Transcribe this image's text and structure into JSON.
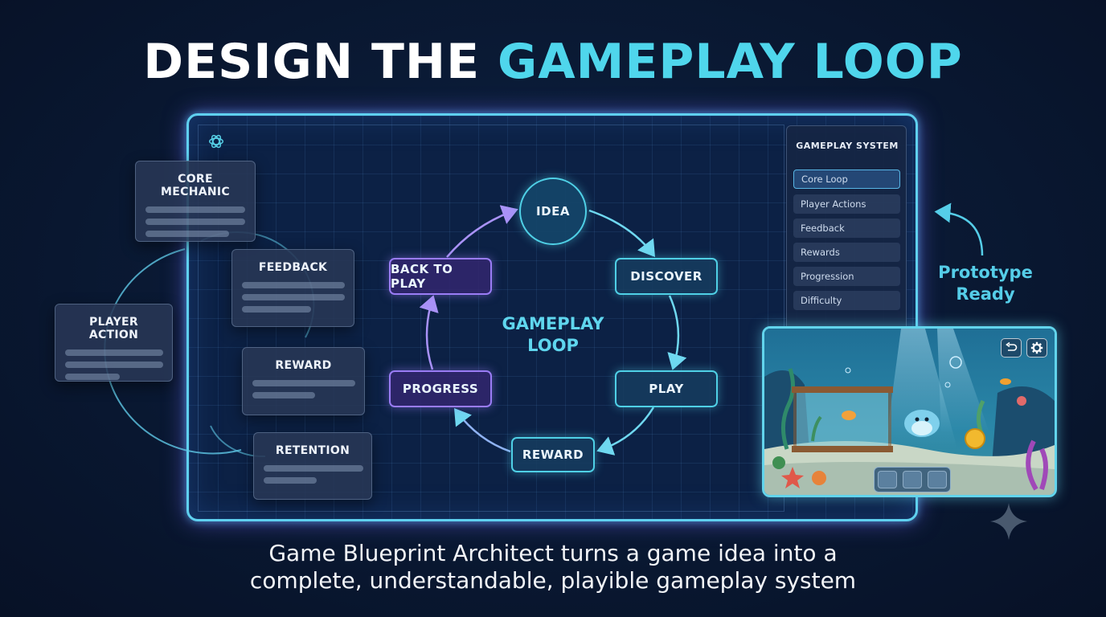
{
  "title": {
    "part1": "DESIGN THE ",
    "part2": "GAMEPLAY LOOP"
  },
  "loop": {
    "center_label_line1": "GAMEPLAY",
    "center_label_line2": "LOOP",
    "nodes": [
      "IDEA",
      "DISCOVER",
      "PLAY",
      "REWARD",
      "PROGRESS",
      "BACK TO PLAY"
    ]
  },
  "cards": {
    "core_mechanic": "CORE MECHANIC",
    "feedback": "FEEDBACK",
    "player_action": "PLAYER ACTION",
    "reward": "REWARD",
    "retention": "RETENTION"
  },
  "panel": {
    "title": "GAMEPLAY SYSTEM",
    "items": [
      "Core Loop",
      "Player Actions",
      "Feedback",
      "Rewards",
      "Progression",
      "Difficulty"
    ],
    "active_item": "Core Loop"
  },
  "prototype": {
    "line1": "Prototype",
    "line2": "Ready"
  },
  "subtitle": {
    "line1": "Game Blueprint Architect turns a game idea into a",
    "line2": "complete, understandable, playible gameplay system"
  },
  "icons": {
    "logo": "openai-logo-icon",
    "undo": "undo-icon",
    "settings": "gear-icon",
    "sparkle": "sparkle-icon"
  },
  "colors": {
    "accent_cyan": "#4fd6ec",
    "accent_purple": "#9a7cf5",
    "background": "#0a1a35"
  }
}
